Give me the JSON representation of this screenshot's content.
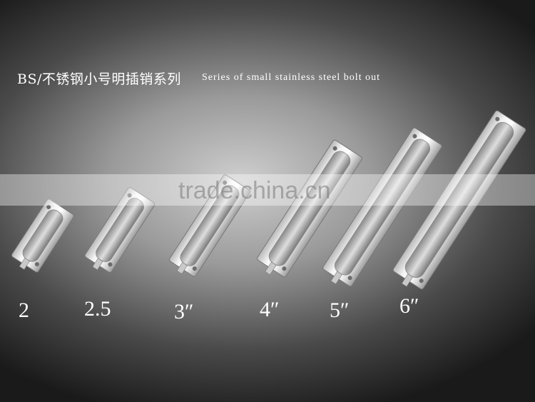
{
  "header": {
    "title_cn": "BS/不锈钢小号明插销系列",
    "title_en": "Series of small stainless steel bolt out"
  },
  "watermark": {
    "text": "trade.china.cn"
  },
  "products": [
    {
      "label": "2"
    },
    {
      "label": "2.5"
    },
    {
      "label": "3″"
    },
    {
      "label": "4″"
    },
    {
      "label": "5″"
    },
    {
      "label": "6″"
    }
  ],
  "colors": {
    "background_center": "#cfcfcf",
    "background_edge": "#1a1a1a",
    "text": "#ffffff"
  }
}
